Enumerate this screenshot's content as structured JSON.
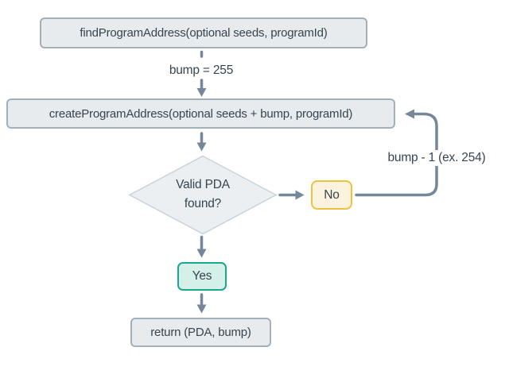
{
  "diagram": {
    "title": "PDA derivation flowchart",
    "nodes": {
      "find": {
        "label": "findProgramAddress(optional seeds, programId)"
      },
      "create": {
        "label": "createProgramAddress(optional seeds + bump, programId)"
      },
      "decision": {
        "line1": "Valid PDA",
        "line2": "found?"
      },
      "no": {
        "label": "No"
      },
      "yes": {
        "label": "Yes"
      },
      "return": {
        "label": "return (PDA, bump)"
      }
    },
    "edge_labels": {
      "bump_init": "bump = 255",
      "bump_decrement": "bump - 1 (ex. 254)"
    },
    "colors": {
      "background": "#ffffff",
      "process_fill": "#e8ebee",
      "process_border": "#a2b0bb",
      "decision_fill": "#eceff1",
      "decision_border": "#c9d3da",
      "no_fill": "#fbf3dd",
      "no_border": "#f0c040",
      "yes_fill": "#d5efe9",
      "yes_border": "#19a98f",
      "connector": "#76879a",
      "text": "#36454f"
    }
  }
}
